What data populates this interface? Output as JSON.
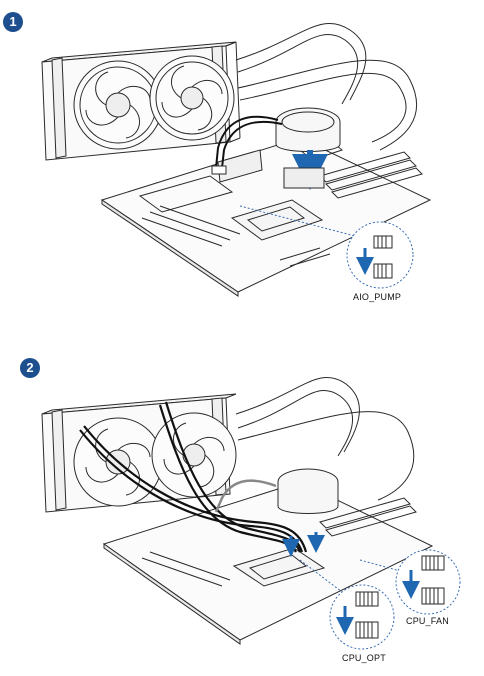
{
  "steps": [
    {
      "number": "1",
      "connectors": [
        "AIO_PUMP"
      ]
    },
    {
      "number": "2",
      "connectors": [
        "CPU_FAN",
        "CPU_OPT"
      ]
    }
  ],
  "colors": {
    "badge": "#1d4f8f",
    "arrow": "#1f67b1",
    "line": "#2a2a2a",
    "cable": "#111111",
    "dotted": "#3a6fb5"
  },
  "icons": [
    "numbered-circle-icon",
    "down-arrow-icon",
    "fan-header-connector-icon"
  ]
}
